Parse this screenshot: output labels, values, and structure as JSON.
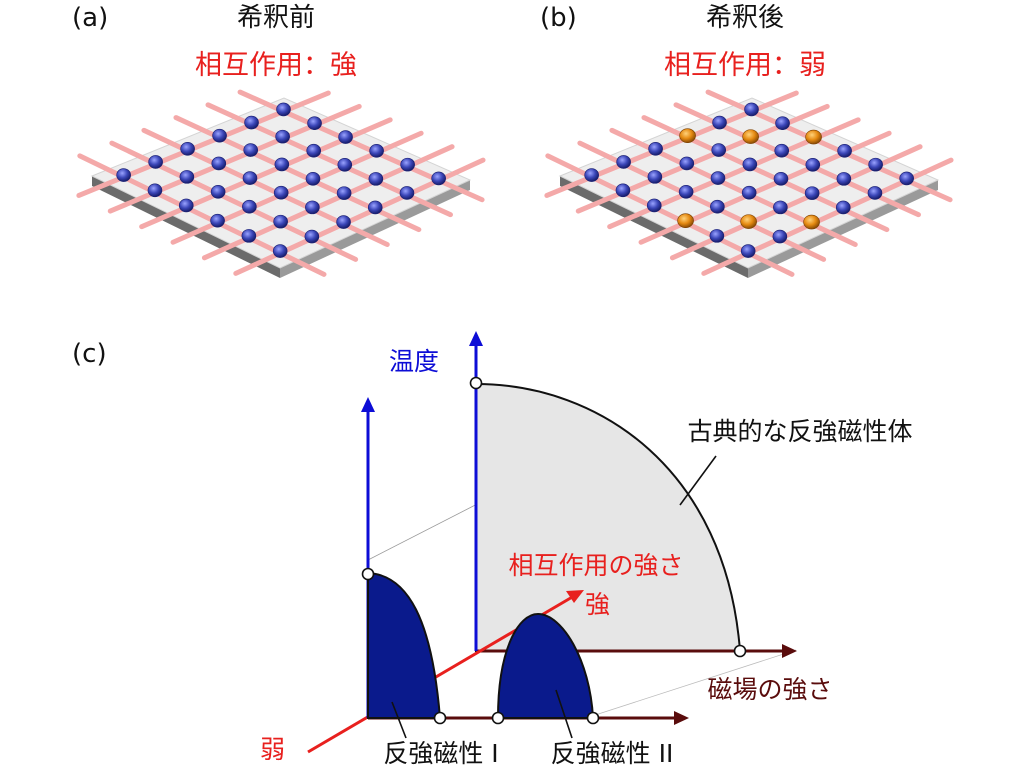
{
  "panel_a": {
    "letter": "(a)",
    "title": "希釈前",
    "subtitle": "相互作用：強"
  },
  "panel_b": {
    "letter": "(b)",
    "title": "希釈後",
    "subtitle": "相互作用：弱"
  },
  "panel_c": {
    "letter": "(c)",
    "temperature_label": "温度",
    "interaction_label": "相互作用の強さ",
    "strong_label": "強",
    "weak_label": "弱",
    "field_label": "磁場の強さ",
    "classical_label": "古典的な反強磁性体",
    "afm1_label": "反強磁性 I",
    "afm2_label": "反強磁性 II"
  },
  "colors": {
    "red": "#e8201e",
    "blue": "#0d0dd6",
    "navy": "#0a1a8c",
    "maroon": "#5a0c0c",
    "spin_blue": "#3b46b8",
    "spin_orange": "#e58a12"
  }
}
